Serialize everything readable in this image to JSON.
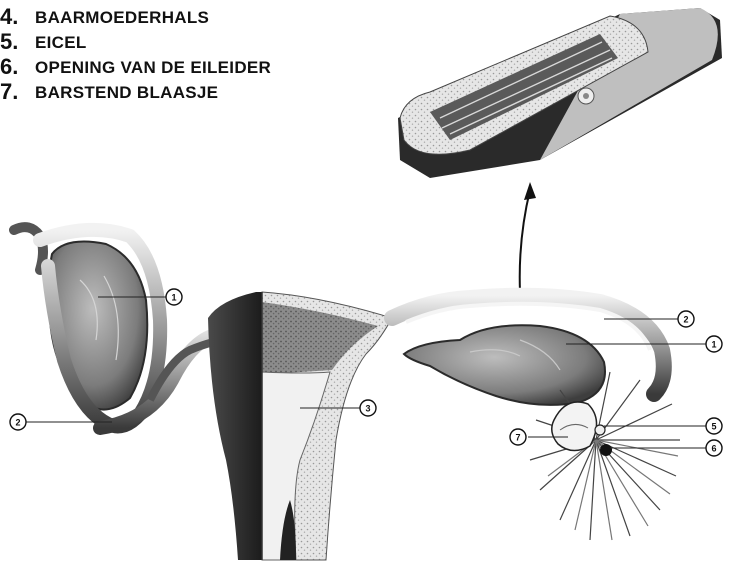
{
  "legend": [
    {
      "number": "4.",
      "label": "BAARMOEDERHALS"
    },
    {
      "number": "5.",
      "label": "EICEL"
    },
    {
      "number": "6.",
      "label": "OPENING VAN DE EILEIDER"
    },
    {
      "number": "7.",
      "label": "BARSTEND BLAASJE"
    }
  ],
  "markers": {
    "left_ovary": "1",
    "left_tube": "2",
    "uterus": "3",
    "right_tube": "2",
    "right_ovary": "1",
    "egg": "5",
    "tube_opening": "6",
    "follicle": "7"
  }
}
